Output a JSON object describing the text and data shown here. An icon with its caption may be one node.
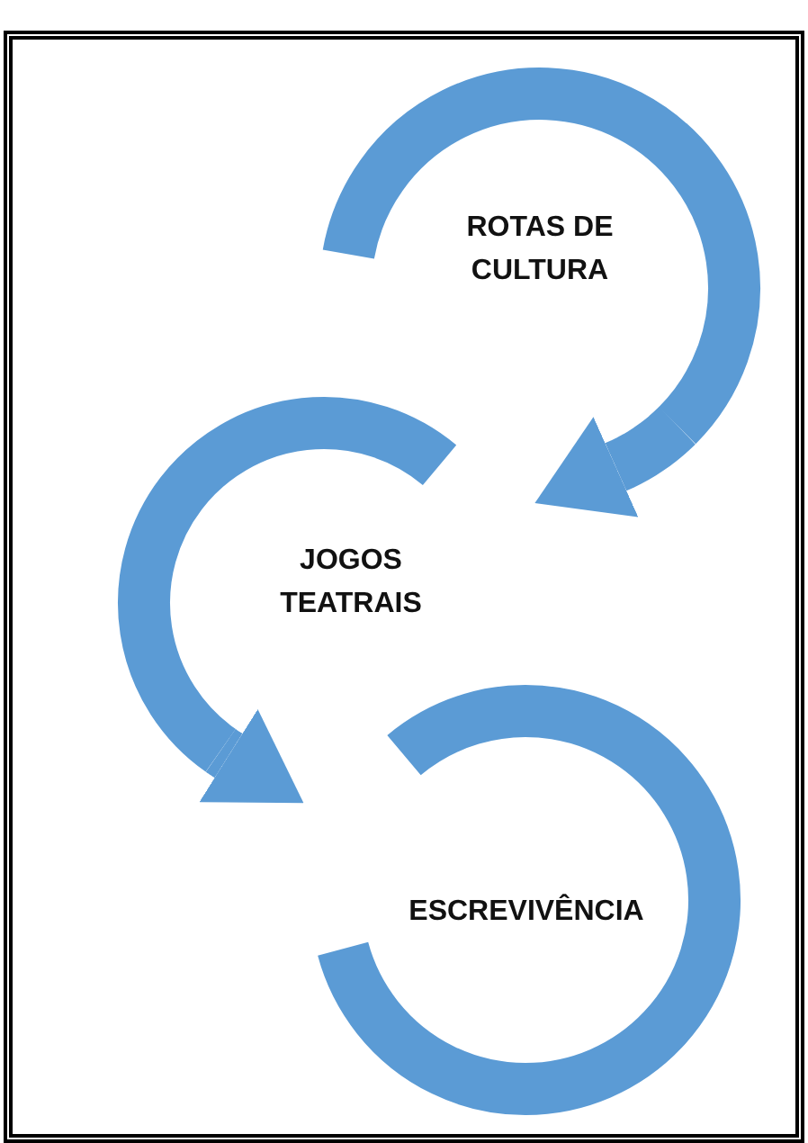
{
  "diagram": {
    "nodes": [
      {
        "text": [
          "ROTAS DE CULTURA"
        ]
      },
      {
        "text": [
          "JOGOS TEATRAIS"
        ]
      },
      {
        "text": [
          "ESCREVIVÊNCIA"
        ]
      }
    ],
    "edges": [
      {
        "from": 0,
        "to": 1,
        "arrow": "to"
      },
      {
        "from": 1,
        "to": 2,
        "arrow": "to"
      }
    ]
  }
}
